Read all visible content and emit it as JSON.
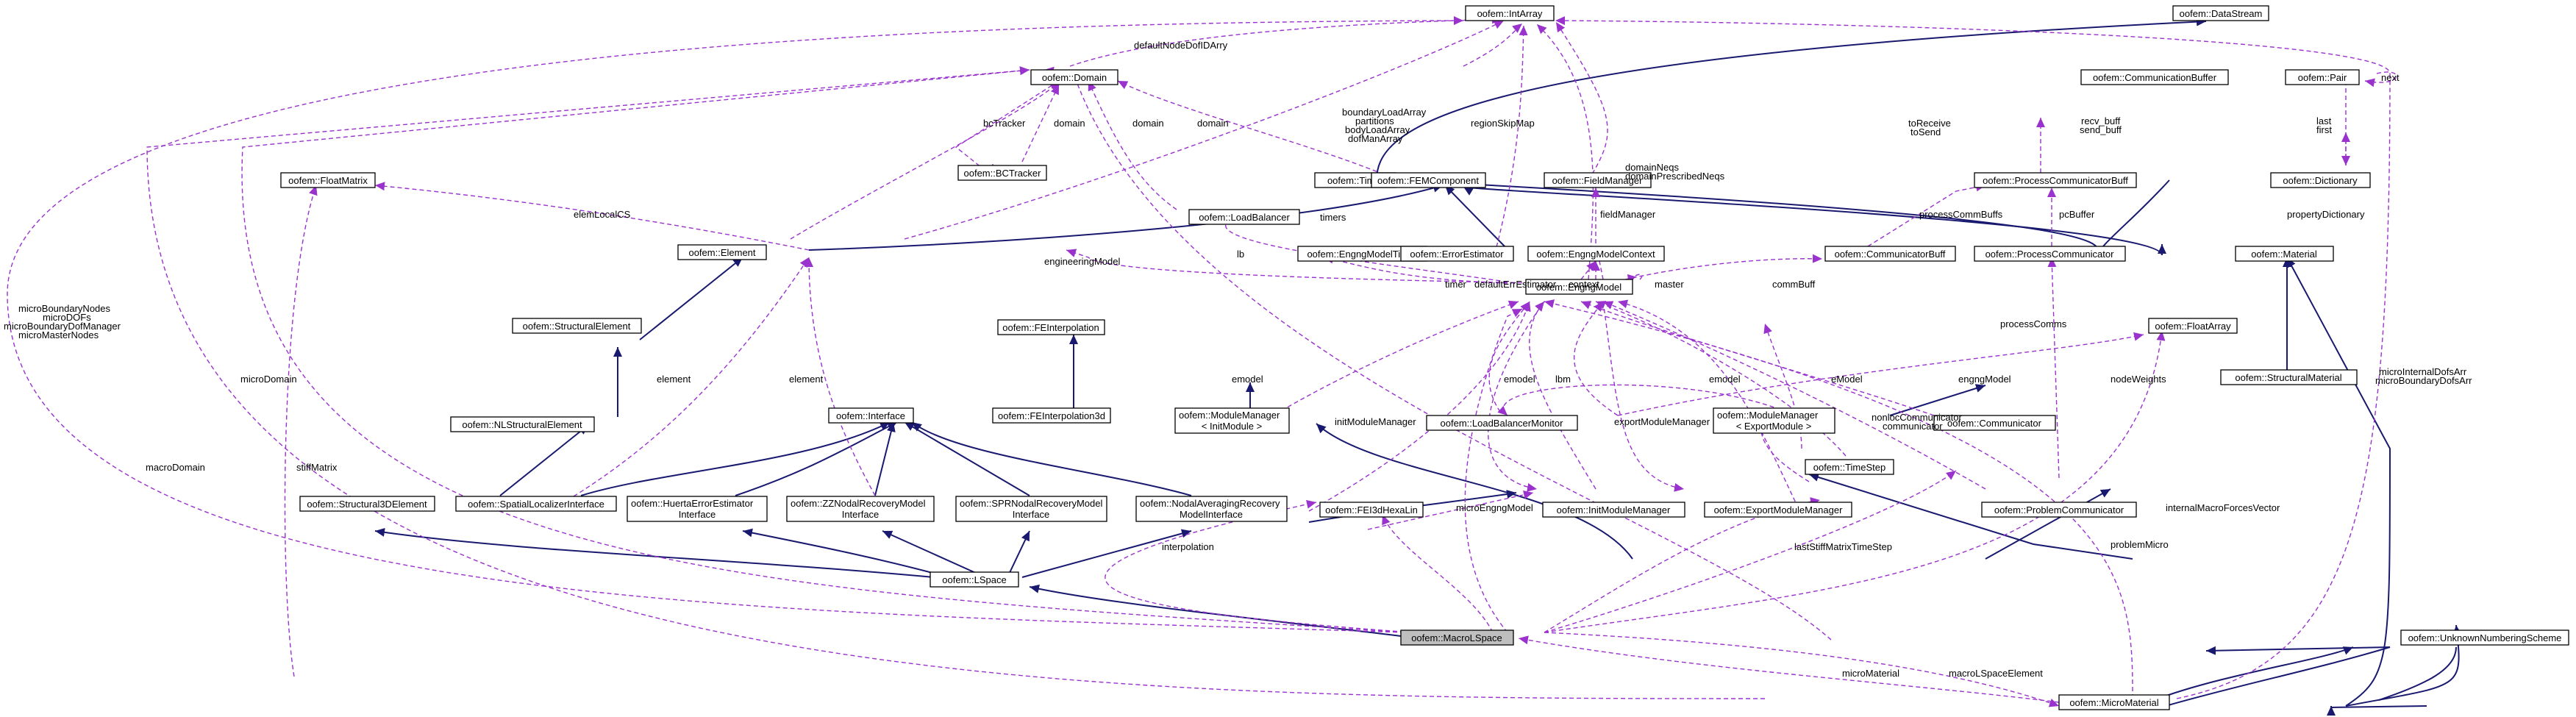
{
  "nodes": {
    "intarray": "oofem::IntArray",
    "datastream": "oofem::DataStream",
    "domain": "oofem::Domain",
    "communicationbuffer": "oofem::CommunicationBuffer",
    "pair": "oofem::Pair",
    "bctracker": "oofem::BCTracker",
    "floatmatrix": "oofem::FloatMatrix",
    "timer": "oofem::Timer",
    "femcomponent": "oofem::FEMComponent",
    "fieldmanager": "oofem::FieldManager",
    "processcommunicatorbuff": "oofem::ProcessCommunicatorBuff",
    "dictionary": "oofem::Dictionary",
    "element": "oofem::Element",
    "loadbalancer": "oofem::LoadBalancer",
    "engngmodeltimer": "oofem::EngngModelTimer",
    "errorestimator": "oofem::ErrorEstimator",
    "engngmodelcontext": "oofem::EngngModelContext",
    "communicatorbuff": "oofem::CommunicatorBuff",
    "processcommunicator": "oofem::ProcessCommunicator",
    "material": "oofem::Material",
    "engngmodel": "oofem::EngngModel",
    "structuralelement": "oofem::StructuralElement",
    "feinterpolation": "oofem::FEInterpolation",
    "floatarray": "oofem::FloatArray",
    "structuralmaterial": "oofem::StructuralMaterial",
    "interface": "oofem::Interface",
    "feinterpolation3d": "oofem::FEInterpolation3d",
    "modulemanager_init_1": "oofem::ModuleManager",
    "modulemanager_init_2": "< InitModule >",
    "loadbalancermonitor": "oofem::LoadBalancerMonitor",
    "modulemanager_export_1": "oofem::ModuleManager",
    "modulemanager_export_2": "< ExportModule >",
    "communicator": "oofem::Communicator",
    "nlstructuralelement": "oofem::NLStructuralElement",
    "timestep": "oofem::TimeStep",
    "structural3delement": "oofem::Structural3DElement",
    "spatiallocalizer": "oofem::SpatialLocalizerInterface",
    "huerta_1": "oofem::HuertaErrorEstimator",
    "huerta_2": "Interface",
    "zznodal_1": "oofem::ZZNodalRecoveryModel",
    "zznodal_2": "Interface",
    "sprnodal_1": "oofem::SPRNodalRecoveryModel",
    "sprnodal_2": "Interface",
    "nodalavg_1": "oofem::NodalAveragingRecovery",
    "nodalavg_2": "ModelInterface",
    "fei3dhexalin": "oofem::FEI3dHexaLin",
    "initmodulemanager": "oofem::InitModuleManager",
    "exportmodulemanager": "oofem::ExportModuleManager",
    "problemcommunicator": "oofem::ProblemCommunicator",
    "lspace": "oofem::LSpace",
    "macrolspace": "oofem::MacroLSpace",
    "unknownnumbering": "oofem::UnknownNumberingScheme",
    "micromaterial": "oofem::MicroMaterial"
  },
  "edge_labels": {
    "defaultNodeDofIDArry": "defaultNodeDofIDArry",
    "next": "next",
    "boundaryLoadArray": "boundaryLoadArray",
    "partitions": "partitions",
    "bodyLoadArray": "bodyLoadArray",
    "dofManArray": "dofManArray",
    "regionSkipMap": "regionSkipMap",
    "toReceive": "toReceive",
    "toSend": "toSend",
    "recv_buff": "recv_buff",
    "send_buff": "send_buff",
    "last": "last",
    "first": "first",
    "bcTracker": "bcTracker",
    "domain_1": "domain",
    "domain_2": "domain",
    "domain_3": "domain",
    "domainNeqs": "domainNeqs",
    "domainPrescribedNeqs": "domainPrescribedNeqs",
    "elemLocalCS": "elemLocalCS",
    "timers": "timers",
    "fieldManager": "fieldManager",
    "processCommBuffs": "processCommBuffs",
    "pcBuffer": "pcBuffer",
    "propertyDictionary": "propertyDictionary",
    "engineeringModel": "engineeringModel",
    "lb": "lb",
    "timer": "timer",
    "defaultErrEstimator": "defaultErrEstimator",
    "context": "context",
    "commBuff": "commBuff",
    "master": "master",
    "microBoundaryNodes": "microBoundaryNodes",
    "microDOFs": "microDOFs",
    "microBoundaryDofManager": "microBoundaryDofManager",
    "microMasterNodes": "microMasterNodes",
    "microDomain": "microDomain",
    "element_1": "element",
    "element_2": "element",
    "emodel_1": "emodel",
    "emodel_2": "emodel",
    "emodel_3": "emodel",
    "lbm": "lbm",
    "eModel": "eModel",
    "engngModel": "engngModel",
    "nodeWeights": "nodeWeights",
    "processComms": "processComms",
    "macroDomain": "macroDomain",
    "stiffMatrix": "stiffMatrix",
    "initModuleManager": "initModuleManager",
    "exportModuleManager": "exportModuleManager",
    "nonlocCommunicator": "nonlocCommunicator",
    "communicator": "communicator",
    "microInternalDofsArr": "microInternalDofsArr",
    "microBoundaryDofsArr": "microBoundaryDofsArr",
    "microEngngModel": "microEngngModel",
    "internalMacroForcesVector": "internalMacroForcesVector",
    "problemMicro": "problemMicro",
    "interpolation": "interpolation",
    "lastStiffMatrixTimeStep": "lastStiffMatrixTimeStep",
    "microMaterial": "microMaterial",
    "macroLSpaceElement": "macroLSpaceElement"
  },
  "colors": {
    "inheritance": "#191970",
    "usage": "#9a32cd",
    "highlight_fill": "#bfbfbf"
  }
}
